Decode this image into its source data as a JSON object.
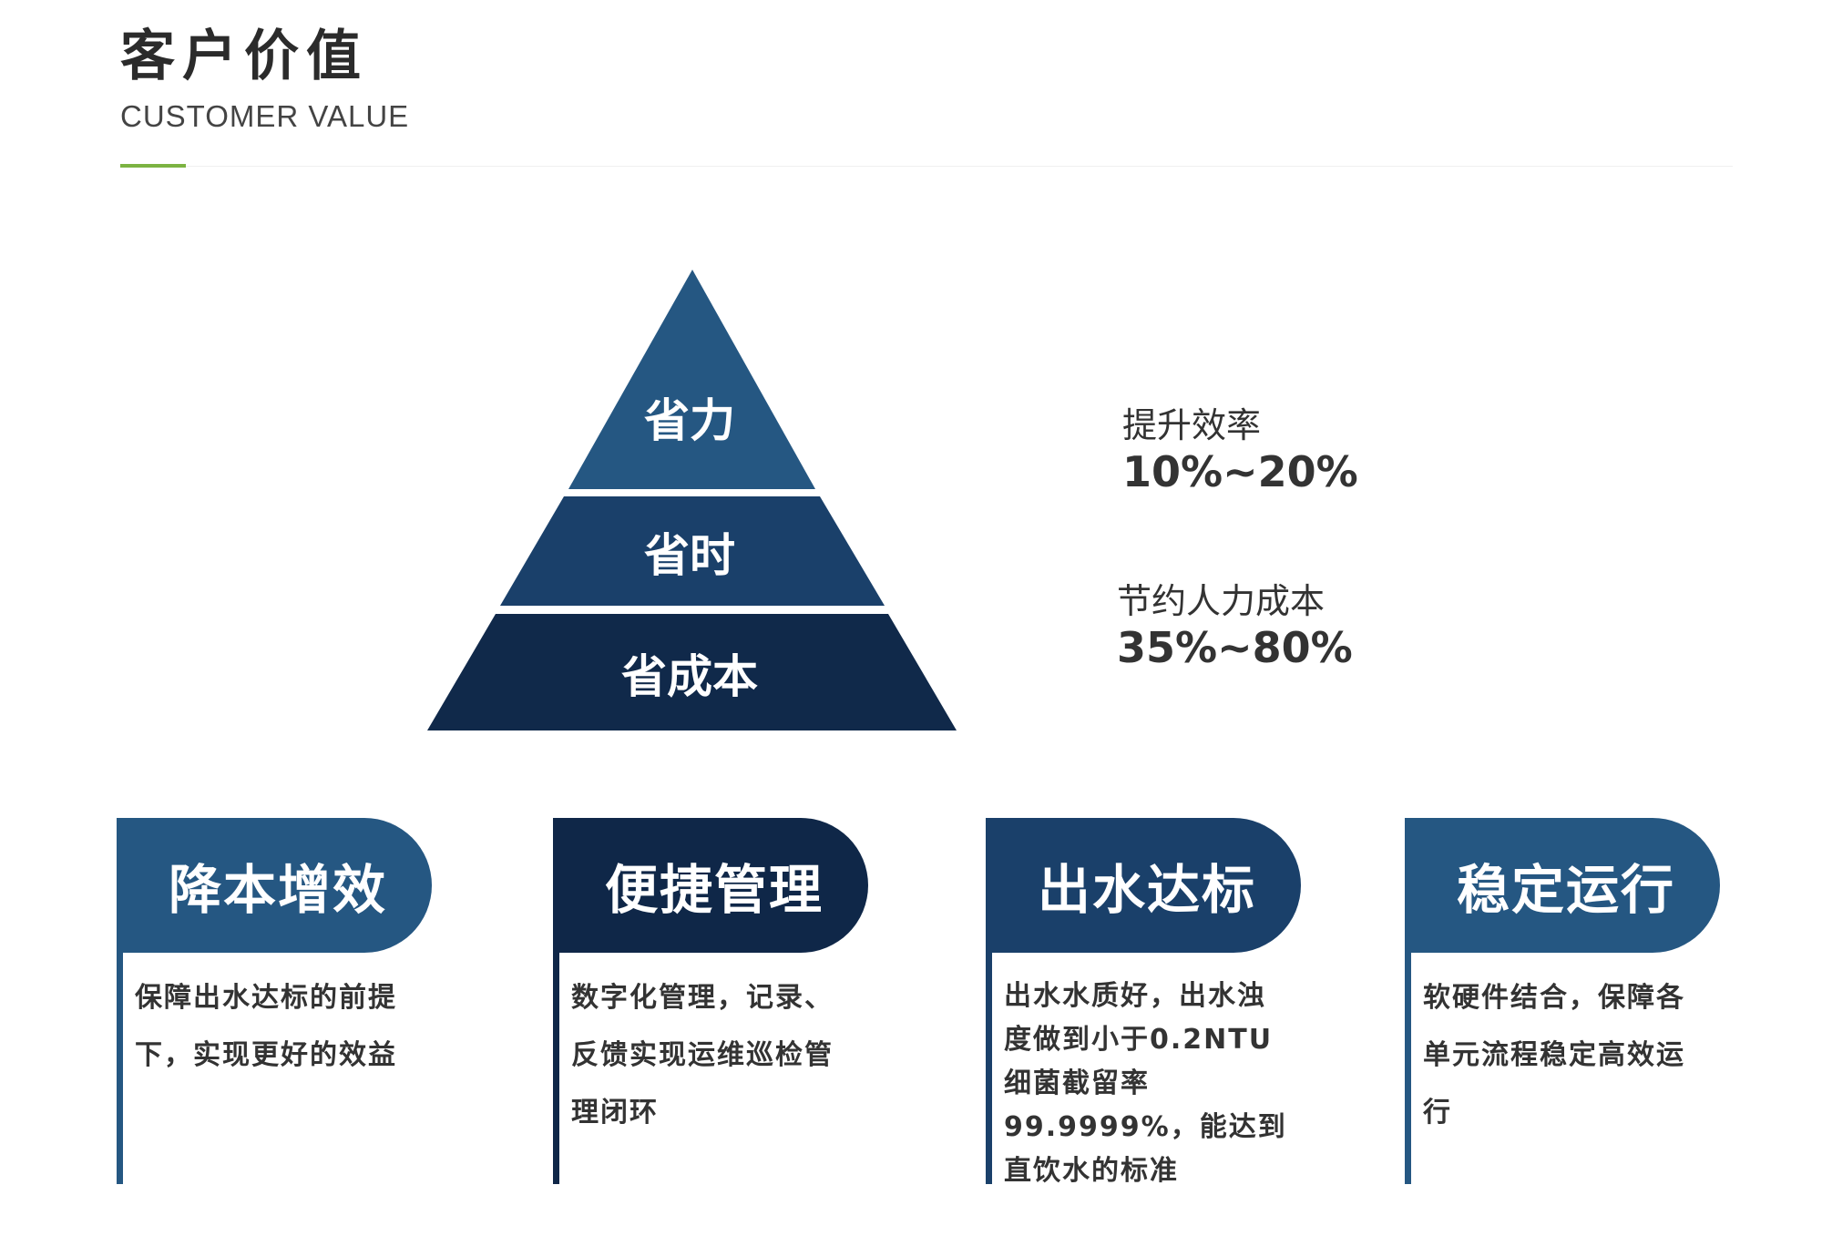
{
  "header": {
    "title": "客户价值",
    "subtitle": "CUSTOMER VALUE"
  },
  "colors": {
    "accent_green": "#7cb342",
    "tier_top": "#255782",
    "tier_middle": "#1a406a",
    "tier_bottom": "#10294a",
    "card_1": "#255782",
    "card_2": "#0f2748",
    "card_3": "#1a406a",
    "card_4": "#255782"
  },
  "pyramid": {
    "tiers": [
      {
        "label": "省力"
      },
      {
        "label": "省时"
      },
      {
        "label": "省成本"
      }
    ]
  },
  "stats": [
    {
      "label": "提升效率",
      "value": "10%~20%"
    },
    {
      "label": "节约人力成本",
      "value": "35%~80%"
    }
  ],
  "cards": [
    {
      "title": "降本增效",
      "description": "保障出水达标的前提下，实现更好的效益"
    },
    {
      "title": "便捷管理",
      "description": "数字化管理，记录、反馈实现运维巡检管理闭环"
    },
    {
      "title": "出水达标",
      "description": "出水水质好，出水浊度做到小于0.2NTU细菌截留率99.9999%，能达到直饮水的标准"
    },
    {
      "title": "稳定运行",
      "description": "软硬件结合，保障各单元流程稳定高效运行"
    }
  ]
}
